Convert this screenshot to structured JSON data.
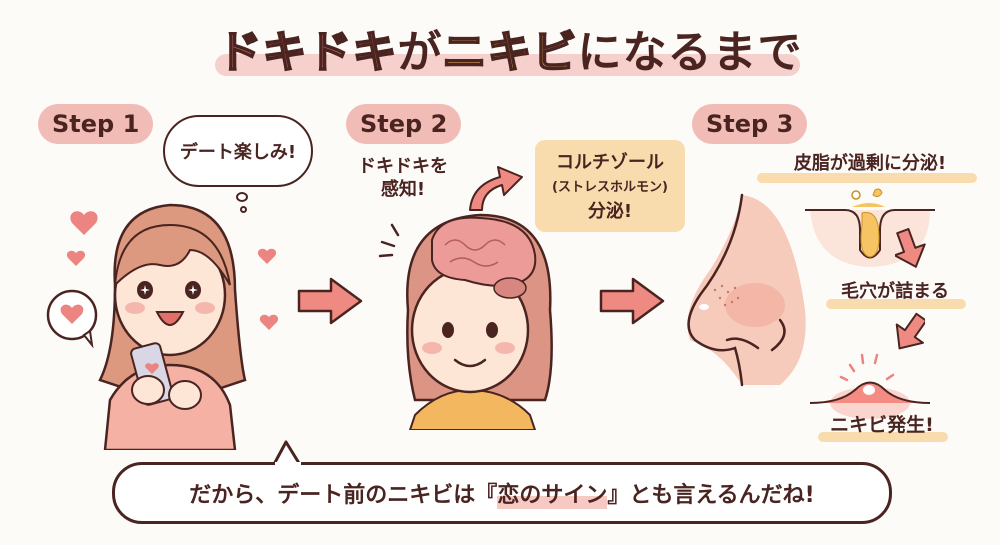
{
  "title": {
    "part1": "ドキドキ",
    "part2": "が",
    "part3": "ニキビ",
    "part4": "になるまで",
    "colors": {
      "pink": "#ea7a74",
      "orange": "#f5b561",
      "outline": "#4a2420",
      "band": "#f3c2bd"
    }
  },
  "steps": [
    {
      "badge": "Step 1",
      "thought_bubble": "デート楽しみ!",
      "illustration": "girl-smiling-with-smartphone-and-hearts"
    },
    {
      "badge": "Step 2",
      "caption_line1": "ドキドキを",
      "caption_line2": "感知!",
      "hormone_box": {
        "line1": "コルチゾール",
        "line2": "(ストレスホルモン)",
        "line3": "分泌!"
      },
      "illustration": "girl-with-brain-visible"
    },
    {
      "badge": "Step 3",
      "stage1": "皮脂が過剰に分泌!",
      "stage2": "毛穴が詰まる",
      "stage3": "ニキビ発生!",
      "illustration": "nose-skin-pore-pimple"
    }
  ],
  "bottom_message": {
    "before": "だから、デート前のニキビは『",
    "highlight": "恋のサイン",
    "after": "』とも言えるんだね!"
  },
  "icons": [
    "heart-icon",
    "arrow-right-icon",
    "curved-arrow-icon",
    "arrow-down-right-icon",
    "arrow-down-left-icon"
  ]
}
